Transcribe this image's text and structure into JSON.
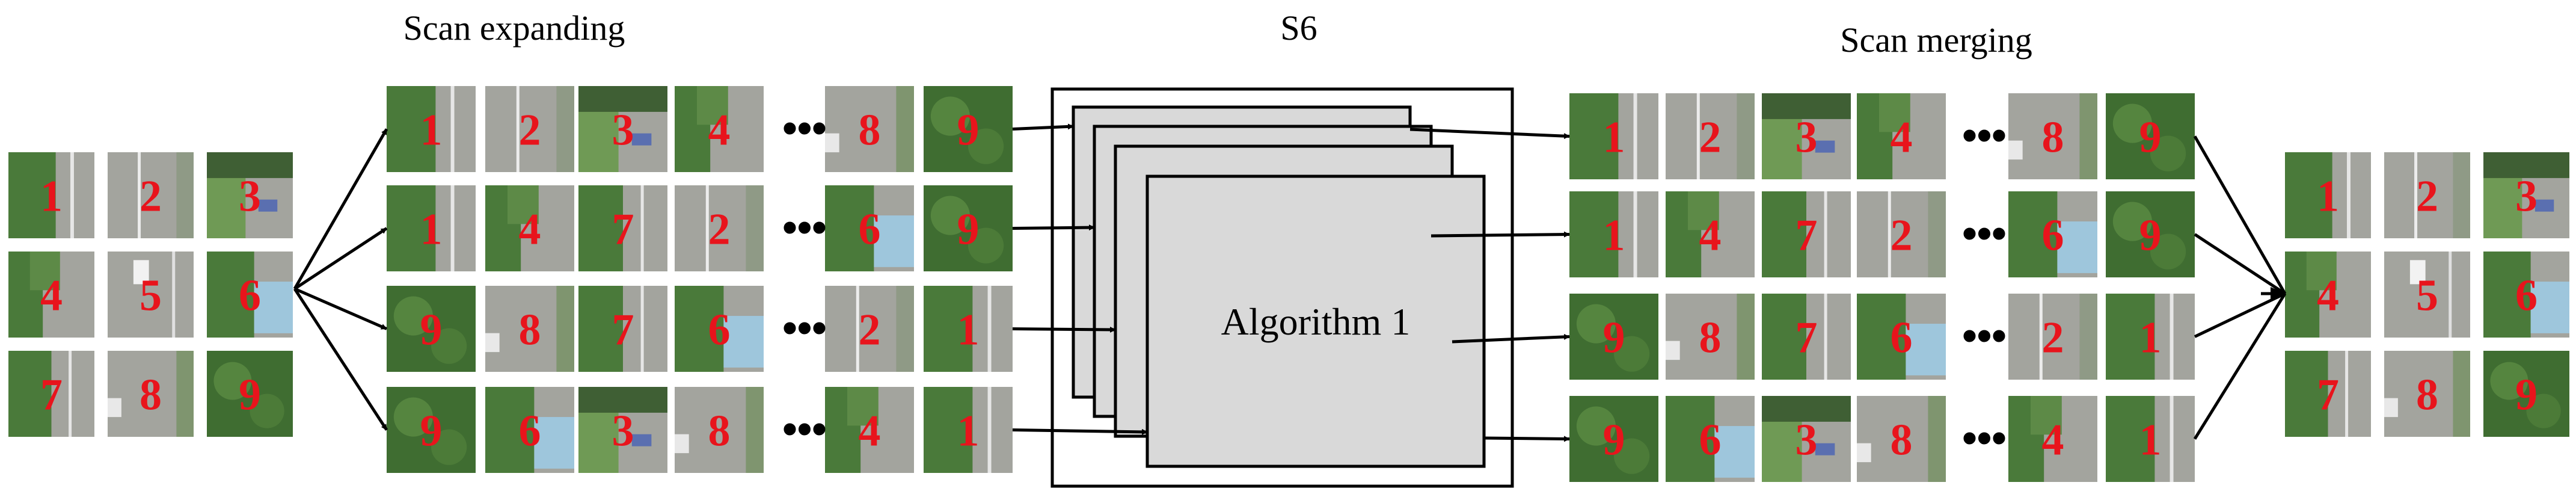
{
  "titles": {
    "scan_expanding": "Scan expanding",
    "s6": "S6",
    "scan_merging": "Scan merging"
  },
  "algorithm_label": "Algorithm 1",
  "ellipsis": "•••",
  "input_grid": [
    [
      "1",
      "2",
      "3"
    ],
    [
      "4",
      "5",
      "6"
    ],
    [
      "7",
      "8",
      "9"
    ]
  ],
  "output_grid": [
    [
      "1",
      "2",
      "3"
    ],
    [
      "4",
      "5",
      "6"
    ],
    [
      "7",
      "8",
      "9"
    ]
  ],
  "expanded_sequences": [
    [
      "1",
      "2",
      "3",
      "4",
      "8",
      "9"
    ],
    [
      "1",
      "4",
      "7",
      "2",
      "6",
      "9"
    ],
    [
      "9",
      "8",
      "7",
      "6",
      "2",
      "1"
    ],
    [
      "9",
      "6",
      "3",
      "8",
      "4",
      "1"
    ]
  ],
  "merged_sequences": [
    [
      "1",
      "2",
      "3",
      "4",
      "8",
      "9"
    ],
    [
      "1",
      "4",
      "7",
      "2",
      "6",
      "9"
    ],
    [
      "9",
      "8",
      "7",
      "6",
      "2",
      "1"
    ],
    [
      "9",
      "6",
      "3",
      "8",
      "4",
      "1"
    ]
  ],
  "colors": {
    "number": "#e8141c",
    "block_fill": "#d9d9d9",
    "line": "#000000",
    "road": "#a3a49e",
    "tree": "#4a7a3a",
    "roof": "#9ec6dc"
  },
  "tiles": {
    "1": "tree-over-road",
    "2": "road-with-lane",
    "3": "road-with-car-and-grass",
    "4": "tree-edge-road",
    "5": "road-with-white-car",
    "6": "tree-with-blue-roof",
    "7": "tree-with-road",
    "8": "road-with-curb",
    "9": "dense-tree"
  }
}
